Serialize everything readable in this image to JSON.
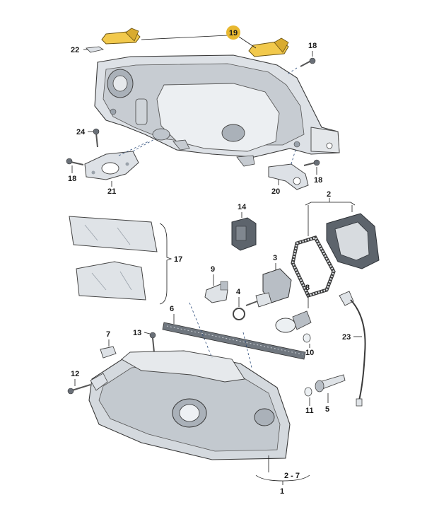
{
  "diagram": {
    "callouts": {
      "c1": "1",
      "c2": "2",
      "c2_7": "2 - 7",
      "c3": "3",
      "c4": "4",
      "c5": "5",
      "c6": "6",
      "c7": "7",
      "c8": "8",
      "c9": "9",
      "c10": "10",
      "c11": "11",
      "c12": "12",
      "c13": "13",
      "c14": "14",
      "c17": "17",
      "c18a": "18",
      "c18b": "18",
      "c18c": "18",
      "c19": "19",
      "c20": "20",
      "c21": "21",
      "c22": "22",
      "c23": "23",
      "c24": "24"
    },
    "colors": {
      "highlight_fill": "#f2c94c",
      "highlight_badge": "#e8b830",
      "part_fill": "#dfe3e7",
      "part_shade": "#b8bec5",
      "dashed_line": "#2b4b7a"
    }
  }
}
